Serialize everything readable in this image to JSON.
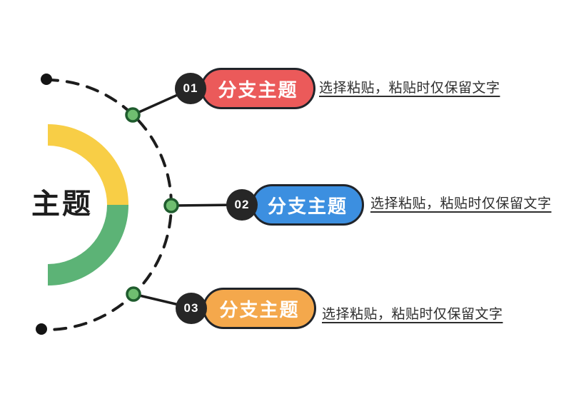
{
  "page": {
    "background": "#ffffff"
  },
  "center": {
    "title": "主题",
    "title_color": "#1E1E1E",
    "ring": {
      "top_color": "#F8CE46",
      "bottom_color": "#5CB376"
    }
  },
  "connectors": {
    "dash_color": "#1C1C1C",
    "line_color": "#1C1C1C",
    "node_fill": "#6FBE70",
    "node_stroke": "#1F5C2E",
    "endpoint_color": "#141414"
  },
  "style": {
    "badge_bg": "#262626",
    "badge_text_color": "#FFFFFF",
    "pill_border": "#20242A",
    "pill_text_color": "#FFFFFF",
    "note_color": "#2E2E2E"
  },
  "branches": [
    {
      "number": "01",
      "label": "分支主题",
      "pill_color": "#EB5A5A",
      "note": "选择粘贴，粘贴时仅保留文字"
    },
    {
      "number": "02",
      "label": "分支主题",
      "pill_color": "#3C8FE0",
      "note": "选择粘贴，粘贴时仅保留文字"
    },
    {
      "number": "03",
      "label": "分支主题",
      "pill_color": "#F4A84C",
      "note": "选择粘贴，粘贴时仅保留文字"
    }
  ]
}
